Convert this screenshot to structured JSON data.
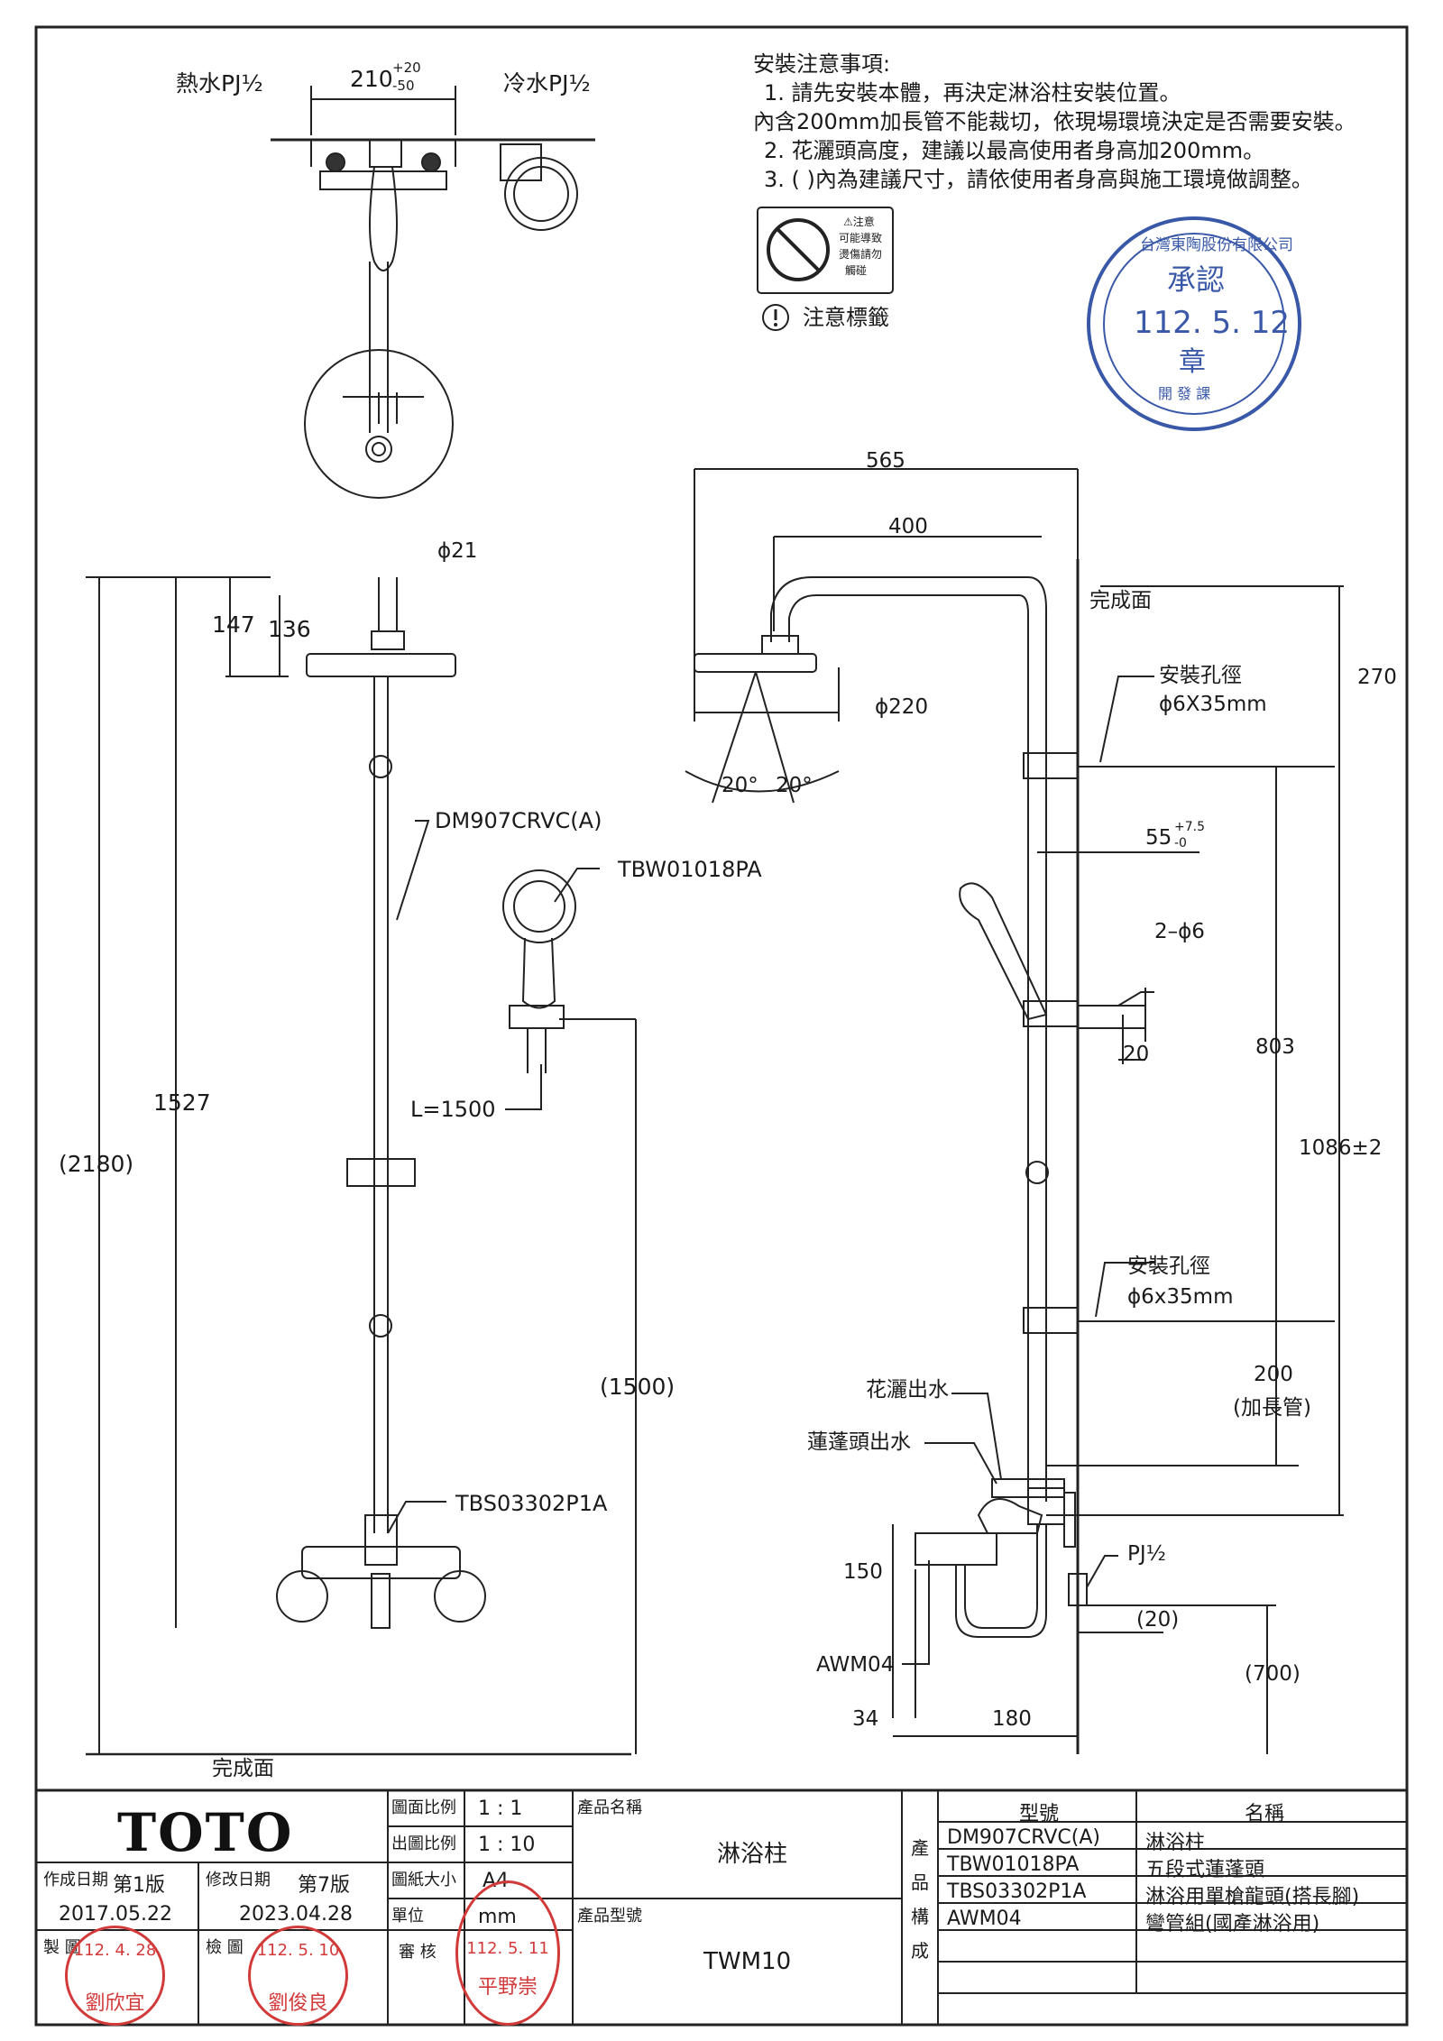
{
  "notes": {
    "heading": "安裝注意事項:",
    "line1": "1. 請先安裝本體，再決定淋浴柱安裝位置。",
    "line1b": "內含200mm加長管不能裁切，依現場環境決定是否需要安裝。",
    "line2": "2. 花灑頭高度，建議以最高使用者身高加200mm。",
    "line3": "3. ( )內為建議尺寸，請依使用者身高與施工環境做調整。"
  },
  "warning_label": {
    "line1": "⚠注意",
    "line2": "可能導致",
    "line3": "燙傷請勿",
    "line4": "觸碰",
    "caption": "注意標籤"
  },
  "approval_stamp": {
    "company": "台灣東陶股份有限公司",
    "title": "承認",
    "date": "112. 5. 12",
    "seal": "章",
    "dept": "開 發 課"
  },
  "top_view": {
    "hot_label": "熱水PJ½",
    "cold_label": "冷水PJ½",
    "spacing": "210",
    "tol_plus": "+20",
    "tol_minus": "-50"
  },
  "front_view": {
    "pipe_dia": "ϕ21",
    "dim_147": "147",
    "dim_136": "136",
    "model_column": "DM907CRVC(A)",
    "model_handheld": "TBW01018PA",
    "hose_length": "L=1500",
    "dim_1527": "1527",
    "dim_2180": "(2180)",
    "dim_1500": "(1500)",
    "model_faucet": "TBS03302P1A",
    "finish_surface": "完成面"
  },
  "side_view": {
    "dim_565": "565",
    "dim_400": "400",
    "finish_surface": "完成面",
    "mount_hole_1": "安裝孔徑",
    "mount_hole_1_spec": "ϕ6X35mm",
    "dim_270": "270",
    "head_dia": "ϕ220",
    "angle_left": "20°",
    "angle_right": "20°",
    "dim_55": "55",
    "dim_55_plus": "+7.5",
    "dim_55_minus": "-0",
    "holes_2": "2–ϕ6",
    "dim_20": "20",
    "dim_803": "803",
    "dim_1086": "1086±2",
    "mount_hole_2": "安裝孔徑",
    "mount_hole_2_spec": "ϕ6x35mm",
    "dim_200": "200",
    "extension": "(加長管)",
    "rain_outlet": "花灑出水",
    "hand_outlet": "蓮蓬頭出水",
    "pj": "PJ½",
    "dim_150": "150",
    "dim_20b": "(20)",
    "awm": "AWM04",
    "dim_700": "(700)",
    "dim_34": "34",
    "dim_180": "180"
  },
  "title_block": {
    "logo": "TOTO",
    "scale_label": "圖面比例",
    "scale_value": "1 : 1",
    "out_scale_label": "出圖比例",
    "out_scale_value": "1 : 10",
    "paper_label": "圖紙大小",
    "paper_value": "A4",
    "unit_label": "單位",
    "unit_value": "mm",
    "review_label": "審 核",
    "create_label": "作成日期",
    "create_ver": "第1版",
    "create_date": "2017.05.22",
    "mod_label": "修改日期",
    "mod_ver": "第7版",
    "mod_date": "2023.04.28",
    "draw_label": "製 圖",
    "check_label": "檢 圖",
    "product_name_label": "產品名稱",
    "product_name": "淋浴柱",
    "product_model_label": "產品型號",
    "product_model": "TWM10",
    "composition_label": "產品構成",
    "col_model": "型號",
    "col_name": "名稱",
    "parts": [
      {
        "model": "DM907CRVC(A)",
        "name": "淋浴柱"
      },
      {
        "model": "TBW01018PA",
        "name": "五段式蓮蓬頭"
      },
      {
        "model": "TBS03302P1A",
        "name": "淋浴用單槍龍頭(搭長腳)"
      },
      {
        "model": "AWM04",
        "name": "彎管組(國產淋浴用)"
      }
    ]
  },
  "stamps": {
    "draw_date": "112. 4. 28",
    "draw_name": "劉欣宜",
    "check_date": "112. 5. 10",
    "check_name": "劉俊良",
    "review_date": "112. 5. 11",
    "review_name": "平野崇"
  }
}
